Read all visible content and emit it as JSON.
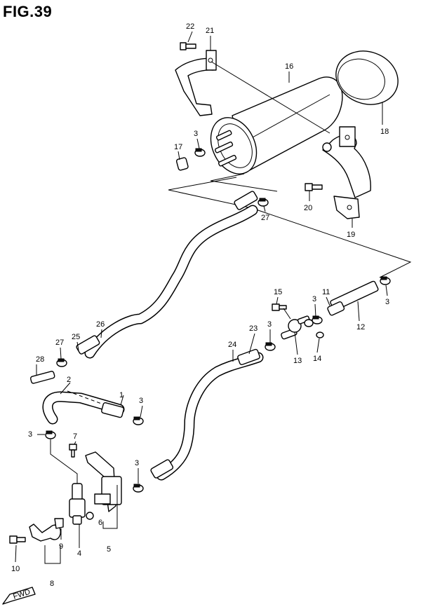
{
  "figure": {
    "title": "FIG.39"
  },
  "labels": [
    {
      "id": "1",
      "text": "1"
    },
    {
      "id": "2",
      "text": "2"
    },
    {
      "id": "3a",
      "text": "3"
    },
    {
      "id": "3b",
      "text": "3"
    },
    {
      "id": "3c",
      "text": "3"
    },
    {
      "id": "3d",
      "text": "3"
    },
    {
      "id": "3e",
      "text": "3"
    },
    {
      "id": "3f",
      "text": "3"
    },
    {
      "id": "3g",
      "text": "3"
    },
    {
      "id": "4",
      "text": "4"
    },
    {
      "id": "5",
      "text": "5"
    },
    {
      "id": "6",
      "text": "6"
    },
    {
      "id": "7",
      "text": "7"
    },
    {
      "id": "8",
      "text": "8"
    },
    {
      "id": "9",
      "text": "9"
    },
    {
      "id": "10",
      "text": "10"
    },
    {
      "id": "11",
      "text": "11"
    },
    {
      "id": "12",
      "text": "12"
    },
    {
      "id": "13",
      "text": "13"
    },
    {
      "id": "14",
      "text": "14"
    },
    {
      "id": "15",
      "text": "15"
    },
    {
      "id": "16",
      "text": "16"
    },
    {
      "id": "17",
      "text": "17"
    },
    {
      "id": "18",
      "text": "18"
    },
    {
      "id": "19",
      "text": "19"
    },
    {
      "id": "20",
      "text": "20"
    },
    {
      "id": "21",
      "text": "21"
    },
    {
      "id": "22",
      "text": "22"
    },
    {
      "id": "23",
      "text": "23"
    },
    {
      "id": "24",
      "text": "24"
    },
    {
      "id": "25",
      "text": "25"
    },
    {
      "id": "26",
      "text": "26"
    },
    {
      "id": "27a",
      "text": "27"
    },
    {
      "id": "27b",
      "text": "27"
    },
    {
      "id": "28",
      "text": "28"
    }
  ],
  "fwd": "FWD"
}
